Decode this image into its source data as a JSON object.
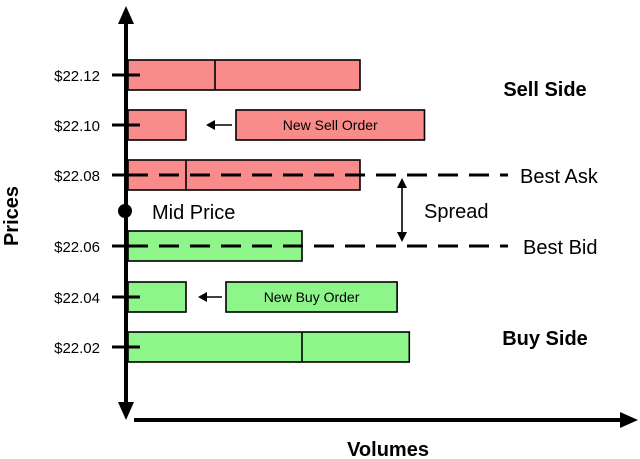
{
  "axes": {
    "y_label": "Prices",
    "x_label": "Volumes"
  },
  "price_levels": [
    {
      "label": "$22.12",
      "side": "sell",
      "segments": [
        3,
        5
      ]
    },
    {
      "label": "$22.10",
      "side": "sell",
      "segments": [
        2
      ]
    },
    {
      "label": "$22.08",
      "side": "sell",
      "segments": [
        2,
        6
      ]
    },
    {
      "label": "$22.06",
      "side": "buy",
      "segments": [
        6
      ]
    },
    {
      "label": "$22.04",
      "side": "buy",
      "segments": [
        2
      ]
    },
    {
      "label": "$22.02",
      "side": "buy",
      "segments": [
        6,
        3.7
      ]
    }
  ],
  "new_orders": {
    "sell": {
      "label": "New Sell Order",
      "volume": 6.5
    },
    "buy": {
      "label": "New Buy Order",
      "volume": 5.9
    }
  },
  "annotations": {
    "sell_side": "Sell Side",
    "buy_side": "Buy Side",
    "best_ask": "Best Ask",
    "best_bid": "Best Bid",
    "spread": "Spread",
    "mid_price": "Mid Price"
  },
  "colors": {
    "sell_fill": "#f98b8b",
    "buy_fill": "#8ef58a",
    "stroke": "#000000"
  }
}
